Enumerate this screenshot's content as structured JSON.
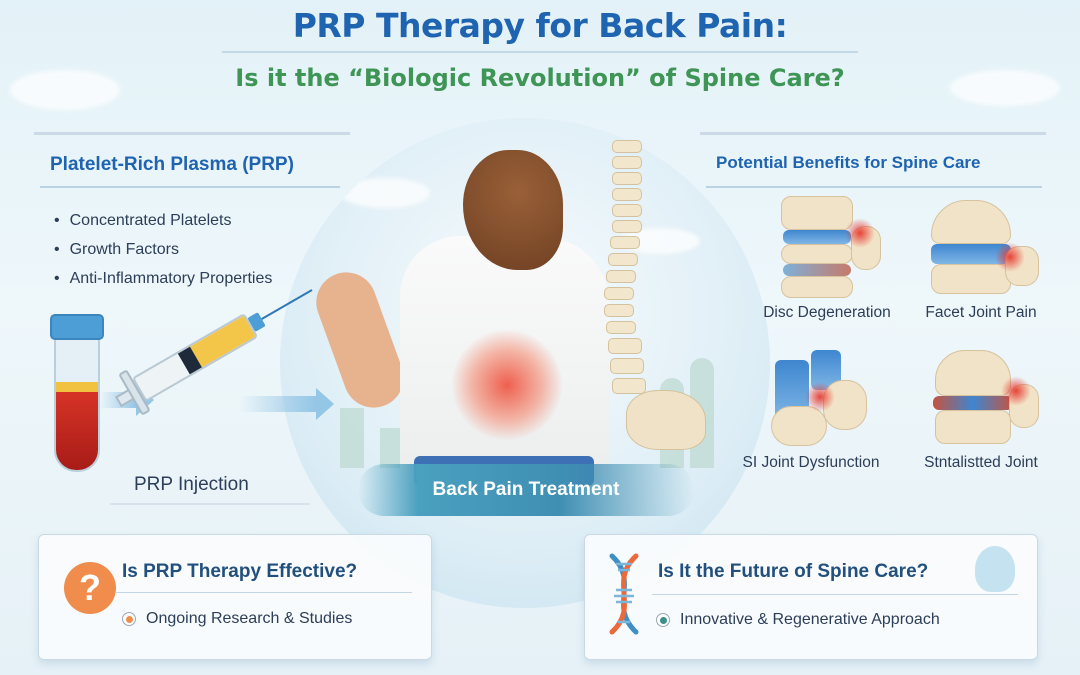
{
  "header": {
    "title": "PRP Therapy for Back Pain:",
    "subtitle": "Is it the “Biologic Revolution” of Spine Care?"
  },
  "left_panel": {
    "heading": "Platelet-Rich Plasma (PRP)",
    "bullets": [
      "Concentrated Platelets",
      "Growth Factors",
      "Anti-Inflammatory Properties"
    ],
    "injection_label": "PRP Injection"
  },
  "center": {
    "banner_label": "Back Pain Treatment"
  },
  "right_panel": {
    "heading": "Potential Benefits for Spine Care",
    "benefits": [
      {
        "label": "Disc Degeneration"
      },
      {
        "label": "Facet Joint Pain"
      },
      {
        "label": "SI Joint Dysfunction"
      },
      {
        "label": "Stntalistted Joint"
      }
    ]
  },
  "cards": [
    {
      "title": "Is PRP Therapy Effective?",
      "item": "Ongoing Research & Studies",
      "icon": "question-icon",
      "accent": "#f08c4c"
    },
    {
      "title": "Is It the Future of Spine Care?",
      "item": "Innovative & Regenerative Approach",
      "icon": "dna-icon",
      "accent": "#3a8f8a"
    }
  ],
  "colors": {
    "title_blue": "#1f64b0",
    "subtitle_green": "#3e9555",
    "text_dark": "#2c3e58",
    "banner_teal": "#3f8fb3",
    "pain_red": "#e84632"
  }
}
